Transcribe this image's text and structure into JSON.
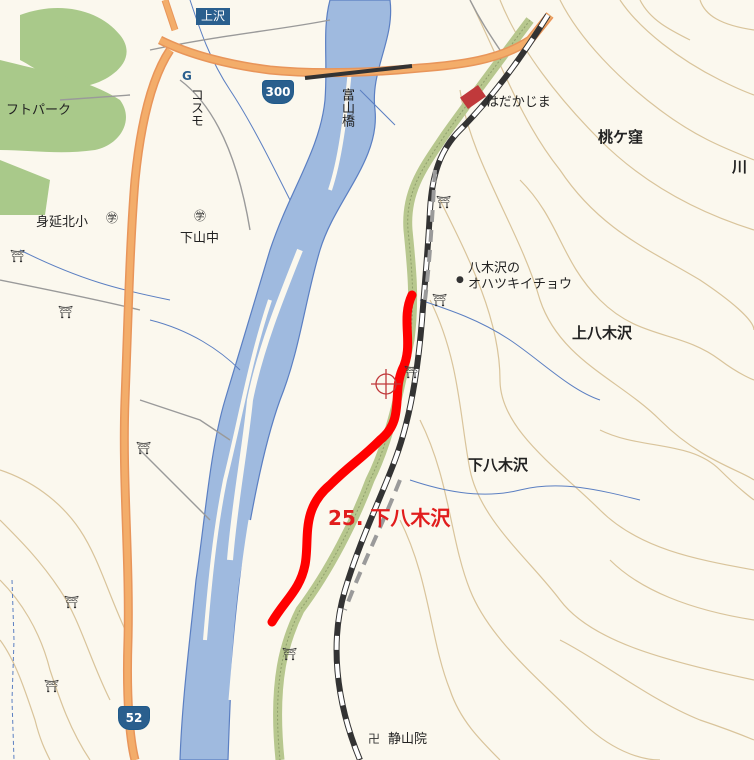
{
  "colors": {
    "land": "#fbf8ee",
    "forest": "#a9c98a",
    "river": "#9fbadf",
    "river_edge": "#5b7fc2",
    "road_orange": "#f3ad6a",
    "road_green": "#b7c78e",
    "contour": "#d9c49b",
    "route": "#ff0000",
    "route_text": "#e11d1d",
    "shield": "#2a5f8e"
  },
  "labels": {
    "kamizawa": "上沢",
    "park": "フトパーク",
    "cosmo": "コスモ",
    "tomiyama_bridge": "富山橋",
    "hadakajima": "はだかじま",
    "momogakubo": "桃ケ窪",
    "kawa": "川",
    "minobu_north_elem": "身延北小",
    "shimoyama_jhs": "下山中",
    "oyatsugi_spot_line1": "八木沢の",
    "oyatsugi_spot_line2": "オハツキイチョウ",
    "kami_yagisawa": "上八木沢",
    "shimo_yagisawa": "下八木沢",
    "seizan_in": "静山院",
    "route_label": "25. 下八木沢"
  },
  "road_shields": {
    "r300": "300",
    "r52": "52"
  },
  "symbols": {
    "torii": "⛩",
    "school": "㊫",
    "temple": "卍",
    "gas": "G",
    "dot": "●"
  },
  "icons": [
    "torii-icon",
    "school-icon",
    "temple-icon",
    "gas-station-icon",
    "crosshair-icon",
    "point-icon"
  ]
}
